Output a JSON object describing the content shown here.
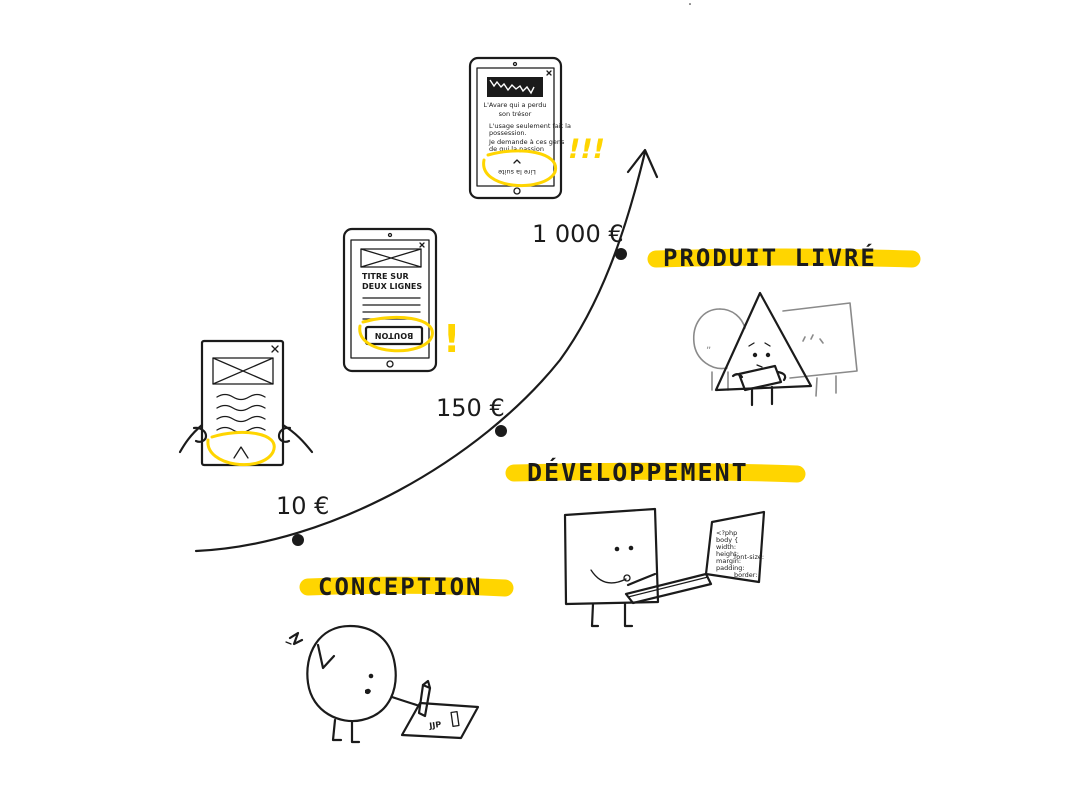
{
  "stages": {
    "conception": "CONCEPTION",
    "developpement": "DÉVELOPPEMENT",
    "produit_livre": "PRODUIT  LIVRÉ"
  },
  "prices": {
    "p1": "10 €",
    "p2": "150 €",
    "p3": "1 000 €"
  },
  "marks": {
    "single": "!",
    "triple": "!!!",
    "signature": "JJP"
  },
  "wireframes": {
    "tablet_mid": {
      "title": "TITRE SUR DEUX LIGNES",
      "title_line1": "TITRE SUR",
      "title_line2": "DEUX LIGNES",
      "button": "BOUTON"
    },
    "tablet_top": {
      "title_line1": "L'Avare qui a perdu",
      "title_line2": "son trésor",
      "body_line1": "L'usage seulement fait la",
      "body_line2": "possession.",
      "body_line3": "Je demande à ces gens",
      "body_line4": "de qui la passion",
      "button": "Lire la suite"
    }
  },
  "laptop_code": [
    "<?php",
    "body {",
    "  width:",
    "  height:",
    "  margin:",
    "  padding:",
    "font-size:",
    "border:"
  ],
  "colors": {
    "highlight": "#ffd500",
    "ink": "#1b1b1b",
    "grey": "#8a8a8a"
  }
}
